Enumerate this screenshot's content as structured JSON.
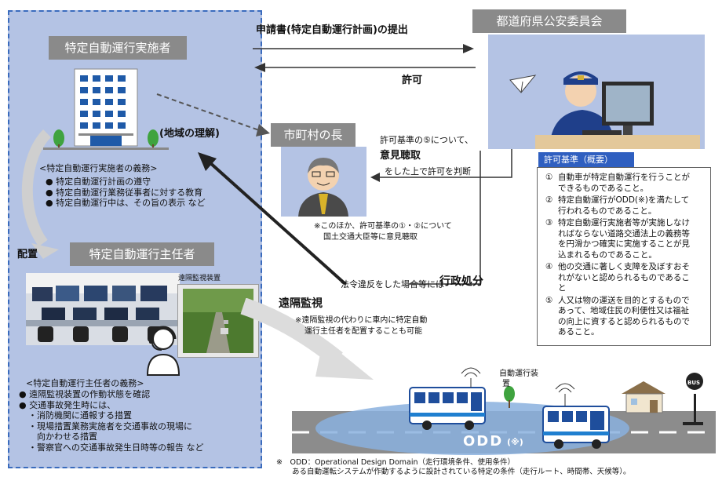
{
  "implementer": {
    "title": "特定自動運行実施者",
    "regional_understanding": "(地域の理解)",
    "duties_heading": "<特定自動運行実施者の義務>",
    "duties": [
      "● 特定自動運行計画の遵守",
      "● 特定自動運行業務従事者に対する教育",
      "● 特定自動運行中は、その旨の表示 など"
    ],
    "assign_label": "配置"
  },
  "supervisor": {
    "title": "特定自動運行主任者",
    "remote_device_label": "遠隔監視装置",
    "duties_heading": "<特定自動運行主任者の義務>",
    "duties": [
      "● 遠隔監視装置の作動状態を確認",
      "● 交通事故発生時には、",
      "・消防機関に通報する措置",
      "・現場措置業務実施者を交通事故の現場に",
      "　向かわせる措置",
      "・警察官への交通事故発生日時等の報告 など"
    ]
  },
  "commission": {
    "title": "都道府県公安委員会"
  },
  "mayor": {
    "title": "市町村の長",
    "note_line1": "※このほか、許可基準の①・②について",
    "note_line2": "国土交通大臣等に意見聴取"
  },
  "flows": {
    "application": "申請書(特定自動運行計画)の提出",
    "permission": "許可",
    "criterion5": "許可基準の⑤について、",
    "hearing": "意見聴取",
    "after_hearing": "をした上で許可を判断",
    "violation_prefix": "法令違反をした場合等には",
    "admin_action": "行政処分"
  },
  "criteria": {
    "title": "許可基準（概要）",
    "items": [
      {
        "num": "①",
        "text": "自動車が特定自動運行を行うことができるものであること。"
      },
      {
        "num": "②",
        "text": "特定自動運行がODD(※)を満たして行われるものであること。"
      },
      {
        "num": "③",
        "text": "特定自動運行実施者等が実施しなければならない道路交通法上の義務等を円滑かつ確実に実施することが見込まれるものであること。"
      },
      {
        "num": "④",
        "text": "他の交通に著しく支障を及ぼすおそれがないと認められるものであること"
      },
      {
        "num": "⑤",
        "text": "人又は物の運送を目的とするものであって、地域住民の利便性又は福祉の向上に資すると認められるものであること。"
      }
    ]
  },
  "remote": {
    "title": "遠隔監視",
    "note_line1": "※遠隔監視の代わりに車内に特定自動",
    "note_line2": "運行主任者を配置することも可能"
  },
  "odd": {
    "device_label_line1": "自動運行装",
    "device_label_line2": "置",
    "bus_sign": "BUS",
    "odd_label": "ODD",
    "odd_mark": "(※)",
    "footnote_line1": "※　ODD：Operational Design Domain（走行環境条件、使用条件）",
    "footnote_line2": "ある自動運転システムが作動するように設計されている特定の条件（走行ルート、時間帯、天候等）。"
  },
  "colors": {
    "panel": "#b4c3e4",
    "title_gray": "#8a8a8a",
    "criteria_header": "#2f5fc0",
    "arrow": "#dcdcdc"
  }
}
